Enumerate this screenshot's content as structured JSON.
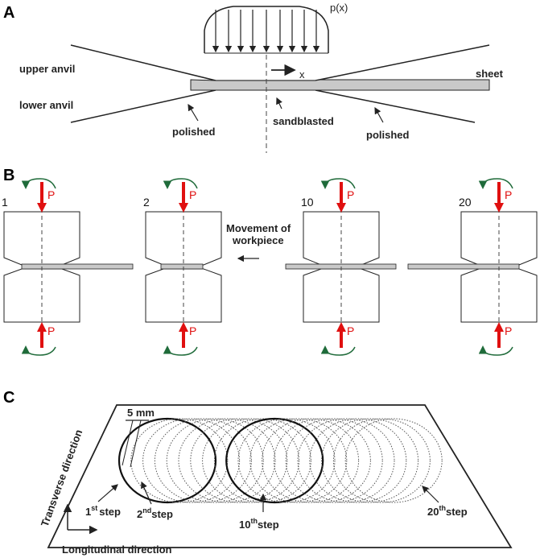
{
  "panels": {
    "a": {
      "letter": "A",
      "load_label": "p(x)",
      "axis_label": "x",
      "upper_anvil": "upper anvil",
      "lower_anvil": "lower anvil",
      "sheet": "sheet",
      "polished_left": "polished",
      "sandblasted": "sandblasted",
      "polished_right": "polished"
    },
    "b": {
      "letter": "B",
      "force_label": "P",
      "steps": [
        "1",
        "2",
        "10",
        "20"
      ],
      "movement_line1": "Movement of",
      "movement_line2": "workpiece"
    },
    "c": {
      "letter": "C",
      "spacing_label": "5 mm",
      "transverse": "Transverse direction",
      "longitudinal": "Longitudinal direction",
      "step1_num": "1",
      "step1_sup": "st",
      "step1_word": "step",
      "step2_num": "2",
      "step2_sup": "nd",
      "step2_word": "step",
      "step10_num": "10",
      "step10_sup": "th",
      "step10_word": "step",
      "step20_num": "20",
      "step20_sup": "th",
      "step20_word": "step",
      "overlap_steps": 20
    }
  },
  "colors": {
    "force_arrow": "#e01010",
    "rotation_arrow": "#1f6b3a",
    "sheet_fill": "#c9c9c9",
    "line": "#222222"
  }
}
